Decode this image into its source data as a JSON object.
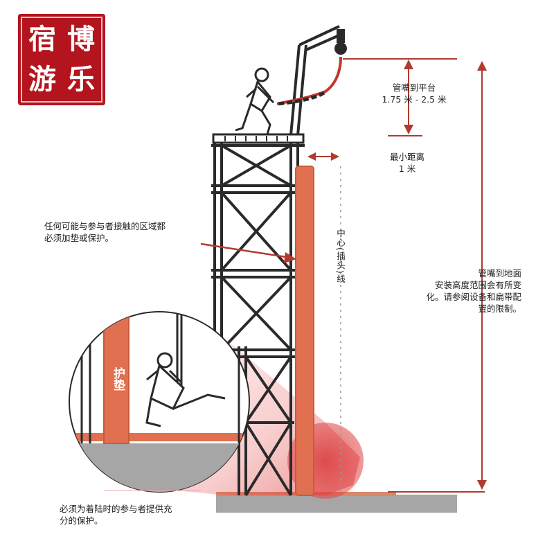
{
  "seal": {
    "chars": [
      "宿",
      "博",
      "游",
      "乐"
    ]
  },
  "labels": {
    "nozzle_to_platform": {
      "line1": "管嘴到平台",
      "line2": "1.75 米 - 2.5 米"
    },
    "min_distance": {
      "line1": "最小距离",
      "line2": "1 米"
    },
    "contact_area": {
      "line1": "任何可能与参与者接触的区域都",
      "line2": "必须加垫或保护。"
    },
    "center_line": "中心(插头)线",
    "nozzle_to_ground": {
      "line1": "管嘴到地面",
      "line2": "安装高度范围会有所变",
      "line3": "化。请参阅设备和扁带配",
      "line4": "置的限制。"
    },
    "pad": "护垫",
    "landing": {
      "line1": "必须为着陆时的参与者提供充",
      "line2": "分的保护。"
    }
  },
  "colors": {
    "structure": "#2a2a2a",
    "arrow_red": "#c0392b",
    "pad_orange": "#e07050",
    "pad_edge": "#c85a3c",
    "ground": "#a6a6a6",
    "highlight": "#e85a5a"
  }
}
